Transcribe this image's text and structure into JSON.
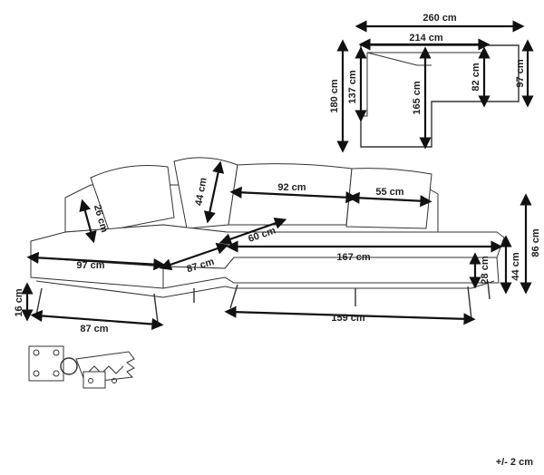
{
  "dimensions": {
    "top_total_width": "260 cm",
    "top_inner_width": "214 cm",
    "top_left_height": "180 cm",
    "top_left_inner_height": "137 cm",
    "top_mid_height": "165 cm",
    "top_right_inner_height": "82 cm",
    "top_right_height": "97 cm",
    "back_cushion_height": "44 cm",
    "side_cushion_height": "26 cm",
    "back_cushion_width": "92 cm",
    "small_cushion_width": "55 cm",
    "chaise_diagonal": "60 cm",
    "chaise_depth": "97 cm",
    "chaise_front": "87 cm",
    "seat_length": "167 cm",
    "seat_thickness": "28 cm",
    "seat_height": "44 cm",
    "total_height": "86 cm",
    "leg_height": "16 cm",
    "base_left_width": "87 cm",
    "base_right_width": "159 cm"
  },
  "tolerance": "+/- 2 cm"
}
